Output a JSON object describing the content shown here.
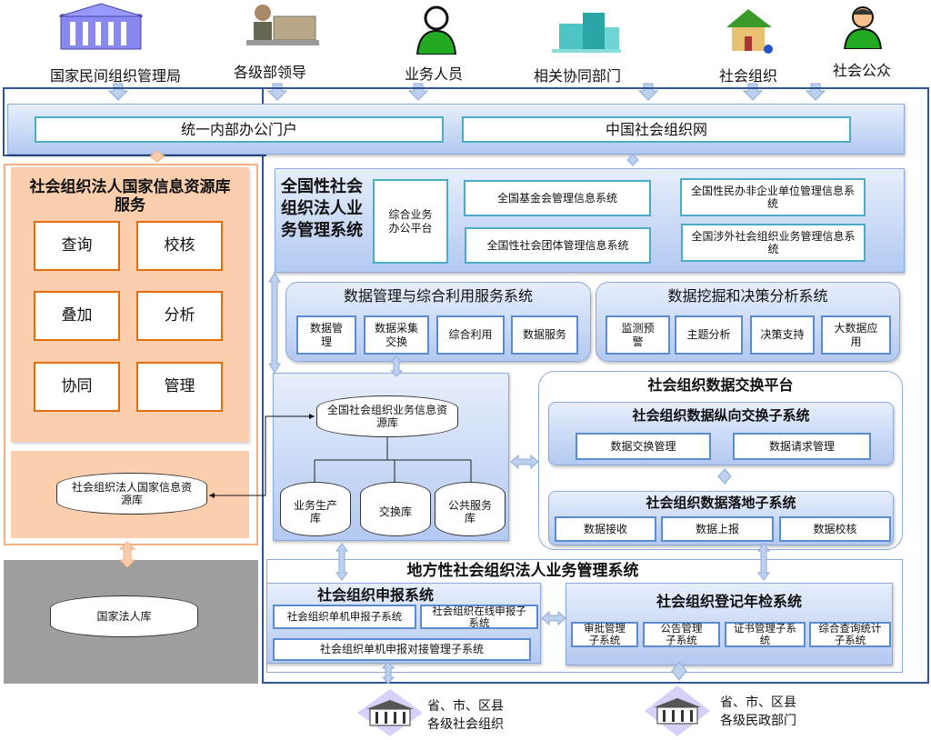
{
  "actors": [
    {
      "label": "国家民间组织管理局",
      "icon": "government-building-icon"
    },
    {
      "label": "各级部领导",
      "icon": "leader-at-desk-icon"
    },
    {
      "label": "业务人员",
      "icon": "staff-person-icon"
    },
    {
      "label": "相关协同部门",
      "icon": "office-building-icon"
    },
    {
      "label": "社会组织",
      "icon": "house-icon"
    },
    {
      "label": "社会公众",
      "icon": "public-person-icon"
    }
  ],
  "portal": {
    "internal": "统一内部办公门户",
    "public": "中国社会组织网"
  },
  "left": {
    "title": "社会组织法人国家信息资源库服务",
    "services": [
      "查询",
      "校核",
      "叠加",
      "分析",
      "协同",
      "管理"
    ],
    "repo": "社会组织法人国家信息资源库",
    "national_db": "国家法人库"
  },
  "national": {
    "title": "全国性社会组织法人业务管理系统",
    "platform": "综合业务办公平台",
    "systems": [
      "全国基金会管理信息系统",
      "全国性社会团体管理信息系统",
      "全国性民办非企业单位管理信息系统",
      "全国涉外社会组织业务管理信息系统"
    ]
  },
  "data_mgmt": {
    "title": "数据管理与综合利用服务系统",
    "items": [
      "数据管理",
      "数据采集交换",
      "综合利用",
      "数据服务"
    ]
  },
  "data_mining": {
    "title": "数据挖掘和决策分析系统",
    "items": [
      "监测预警",
      "主题分析",
      "决策支持",
      "大数据应用"
    ]
  },
  "database": {
    "main": "全国社会组织业务信息资源库",
    "subs": [
      "业务生产库",
      "交换库",
      "公共服务库"
    ]
  },
  "exchange": {
    "title": "社会组织数据交换平台",
    "vertical": {
      "title": "社会组织数据纵向交换子系统",
      "items": [
        "数据交换管理",
        "数据请求管理"
      ]
    },
    "landing": {
      "title": "社会组织数据落地子系统",
      "items": [
        "数据接收",
        "数据上报",
        "数据校核"
      ]
    }
  },
  "local": {
    "title": "地方性社会组织法人业务管理系统",
    "report": {
      "title": "社会组织申报系统",
      "items": [
        "社会组织单机申报子系统",
        "社会组织在线申报子系统",
        "社会组织单机申报对接管理子系统"
      ]
    },
    "registry": {
      "title": "社会组织登记年检系统",
      "items": [
        "审批管理子系统",
        "公告管理子系统",
        "证书管理子系统",
        "综合查询统计子系统"
      ]
    }
  },
  "bottom": [
    {
      "line1": "省、市、区县",
      "line2": "各级社会组织"
    },
    {
      "line1": "省、市、区县",
      "line2": "各级民政部门"
    }
  ],
  "colors": {
    "border": "#2f5597",
    "panel": "#b3c9f1",
    "orange": "#e46c0a"
  }
}
